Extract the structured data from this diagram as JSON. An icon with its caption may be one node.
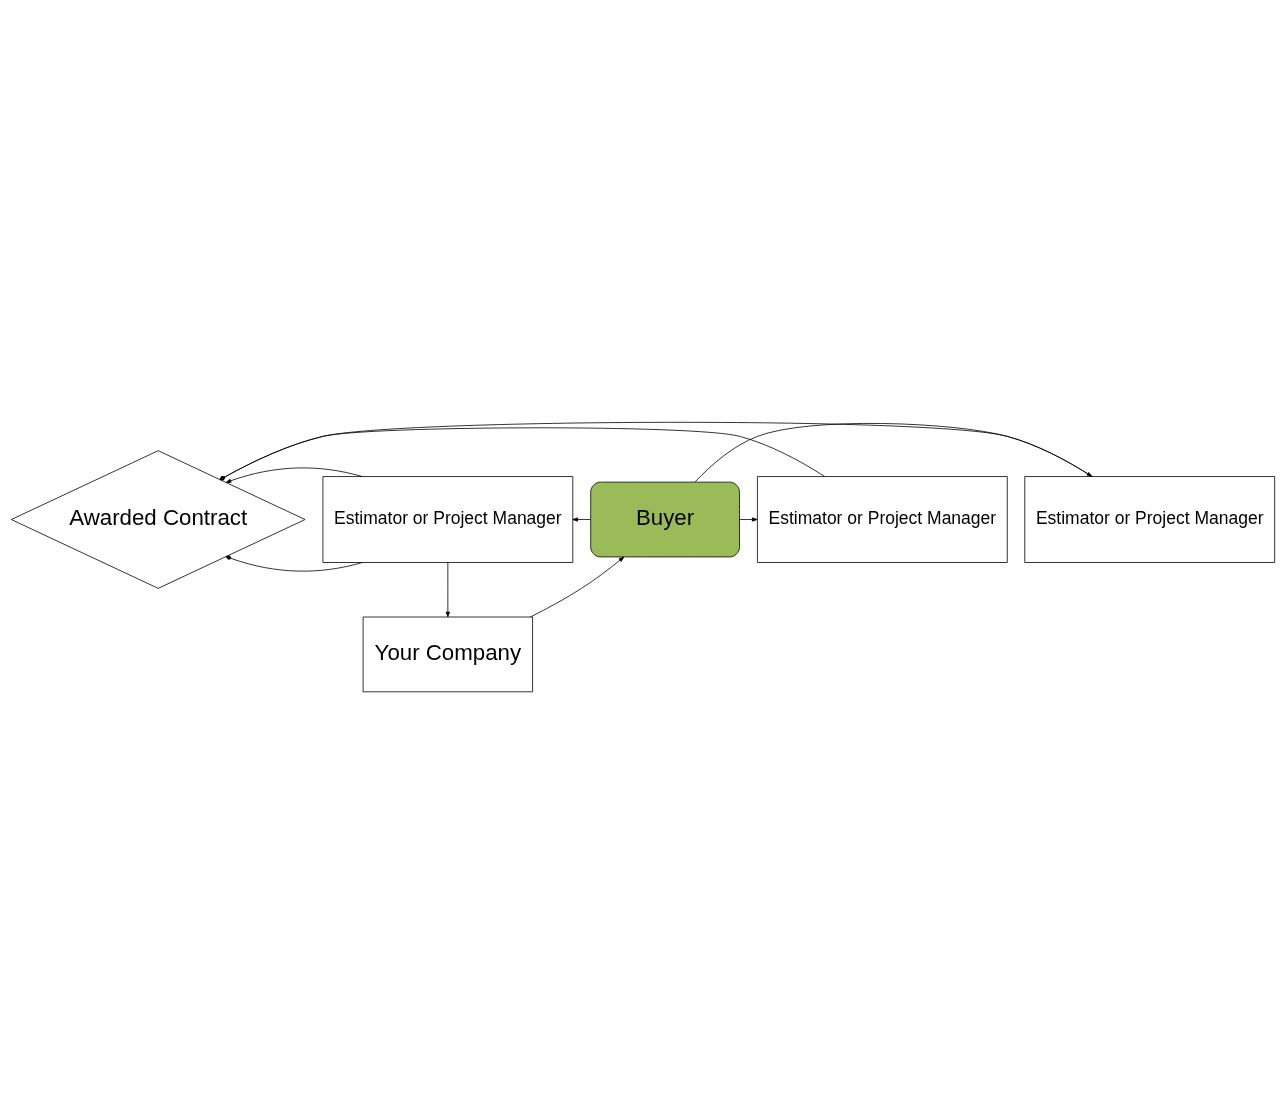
{
  "diagram": {
    "nodes": [
      {
        "text": [
          "Awarded Contract"
        ]
      },
      {
        "text": [
          "Estimator or Project Manager"
        ]
      },
      {
        "text": [
          "Estimator or Project Manager"
        ]
      },
      {
        "text": [
          "Estimator or Project Manager"
        ]
      },
      {
        "text": [
          "Buyer"
        ]
      },
      {
        "text": [
          "Your Company"
        ]
      }
    ],
    "edges": [
      {
        "from": 1,
        "to": 0,
        "arrow": "other"
      },
      {
        "from": 2,
        "to": 0,
        "arrow": "other"
      },
      {
        "from": 3,
        "to": 0,
        "arrow": "other"
      },
      {
        "from": 4,
        "to": 1,
        "arrow": "to"
      },
      {
        "from": 4,
        "to": 2,
        "arrow": "to"
      },
      {
        "from": 4,
        "to": 3,
        "arrow": "to"
      },
      {
        "from": 5,
        "to": 4,
        "arrow": "to"
      },
      {
        "from": 1,
        "to": 0,
        "arrow": "to"
      },
      {
        "from": 1,
        "to": 5,
        "arrow": "to"
      }
    ]
  }
}
